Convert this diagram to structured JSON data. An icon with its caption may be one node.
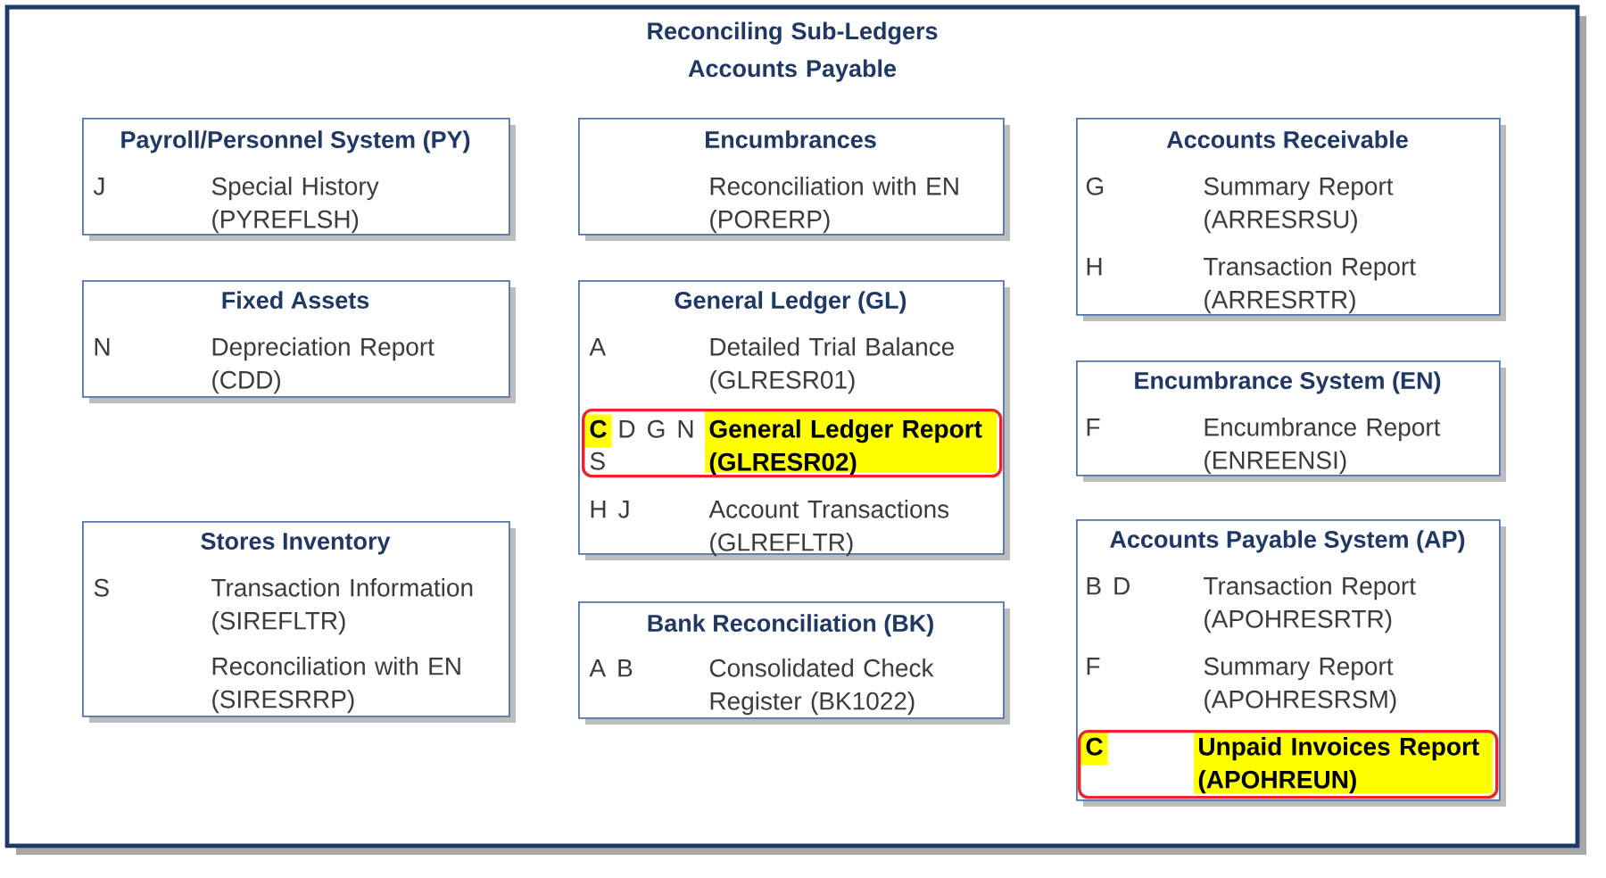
{
  "diagram": {
    "title": "Reconciling Sub-Ledgers Accounts Payable",
    "nodes": [
      {
        "text": [
          "Payroll/Personnel System (PY)",
          "J",
          "Special History (PYREFLSH)"
        ]
      },
      {
        "text": [
          "Fixed Assets",
          "N",
          "Depreciation Report (CDD)"
        ]
      },
      {
        "text": [
          "Stores Inventory",
          "S",
          "Transaction Information (SIREFLTR)",
          "Reconciliation with EN (SIRESRRP)"
        ]
      },
      {
        "text": [
          "Encumbrances",
          "Reconciliation with EN (PORERP)"
        ]
      },
      {
        "text": [
          "General Ledger (GL)",
          "A",
          "Detailed Trial Balance (GLRESR01)",
          "H J",
          "Account Transactions (GLREFLTR)"
        ]
      },
      {
        "text": [
          "C",
          "D G N",
          "S",
          "General Ledger Report (GLRESR02)"
        ],
        "in": 4
      },
      {
        "text": [
          "Bank Reconciliation (BK)",
          "A B",
          "Consolidated Check Register (BK1022)"
        ]
      },
      {
        "text": [
          "Accounts Receivable",
          "G",
          "Summary Report (ARRESRSU)",
          "H",
          "Transaction Report (ARRESRTR)"
        ]
      },
      {
        "text": [
          "Encumbrance System (EN)",
          "F",
          "Encumbrance Report (ENREENSI)"
        ]
      },
      {
        "text": [
          "Accounts Payable System (AP)",
          "B D",
          "Transaction Report (APOHRESRTR)",
          "F",
          "Summary Report (APOHRESRSM)"
        ]
      },
      {
        "text": [
          "C",
          "Unpaid Invoices Report (APOHREUN)"
        ],
        "in": 9
      }
    ]
  }
}
